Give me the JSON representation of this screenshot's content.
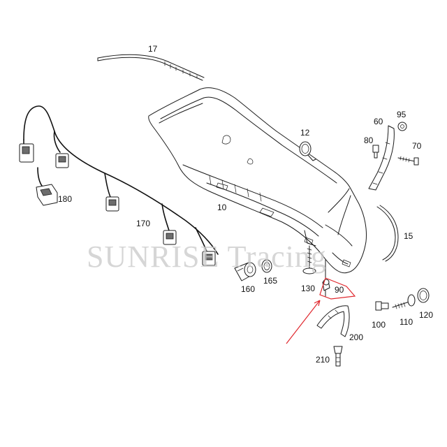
{
  "watermark": "SUNRISE Tracing",
  "labels": {
    "p17": "17",
    "p95": "95",
    "p60": "60",
    "p12": "12",
    "p80": "80",
    "p70": "70",
    "p180": "180",
    "p10": "10",
    "p170": "170",
    "p15": "15",
    "p160": "160",
    "p165": "165",
    "p130": "130",
    "p90": "90",
    "p100": "100",
    "p110": "110",
    "p120": "120",
    "p200": "200",
    "p210": "210"
  },
  "colors": {
    "line": "#1a1a1a",
    "highlight": "#e0282e",
    "watermark": "#c9c9c9",
    "background": "#ffffff"
  },
  "highlighted_part": "90"
}
